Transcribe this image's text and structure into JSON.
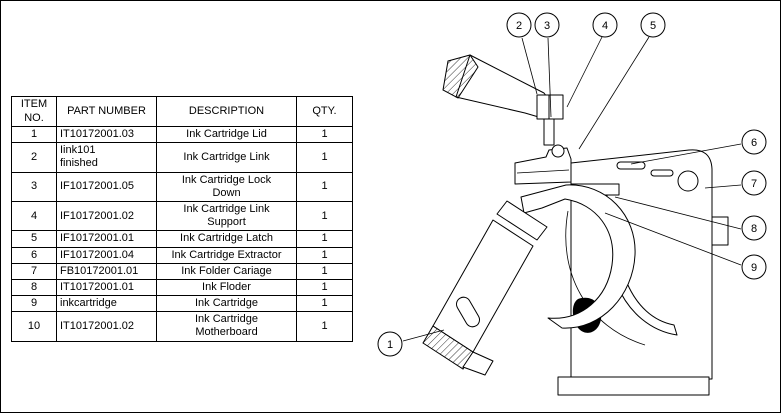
{
  "bom_table": {
    "headers": {
      "item": "ITEM NO.",
      "part": "PART NUMBER",
      "desc": "DESCRIPTION",
      "qty": "QTY."
    },
    "rows": [
      {
        "item": "1",
        "part": "IT10172001.03",
        "desc": "Ink Cartridge Lid",
        "qty": "1"
      },
      {
        "item": "2",
        "part": "Iink101\nfinished",
        "desc": "Ink Cartridge Link",
        "qty": "1"
      },
      {
        "item": "3",
        "part": "IF10172001.05",
        "desc": "Ink Cartridge Lock Down",
        "qty": "1"
      },
      {
        "item": "4",
        "part": "IF10172001.02",
        "desc": "Ink Cartridge Link Support",
        "qty": "1"
      },
      {
        "item": "5",
        "part": "IF10172001.01",
        "desc": "Ink Cartridge Latch",
        "qty": "1"
      },
      {
        "item": "6",
        "part": "IF10172001.04",
        "desc": "Ink Cartridge Extractor",
        "qty": "1"
      },
      {
        "item": "7",
        "part": "FB10172001.01",
        "desc": "Ink Folder Cariage",
        "qty": "1"
      },
      {
        "item": "8",
        "part": "IT10172001.01",
        "desc": "Ink Floder",
        "qty": "1"
      },
      {
        "item": "9",
        "part": "inkcartridge",
        "desc": "Ink Cartridge",
        "qty": "1"
      },
      {
        "item": "10",
        "part": "IT10172001.02",
        "desc": "Ink Cartridge Motherboard",
        "qty": "1"
      }
    ]
  },
  "balloons": [
    {
      "label": "1"
    },
    {
      "label": "2"
    },
    {
      "label": "3"
    },
    {
      "label": "4"
    },
    {
      "label": "5"
    },
    {
      "label": "6"
    },
    {
      "label": "7"
    },
    {
      "label": "8"
    },
    {
      "label": "9"
    }
  ],
  "colors": {
    "line": "#000000",
    "background": "#ffffff"
  }
}
